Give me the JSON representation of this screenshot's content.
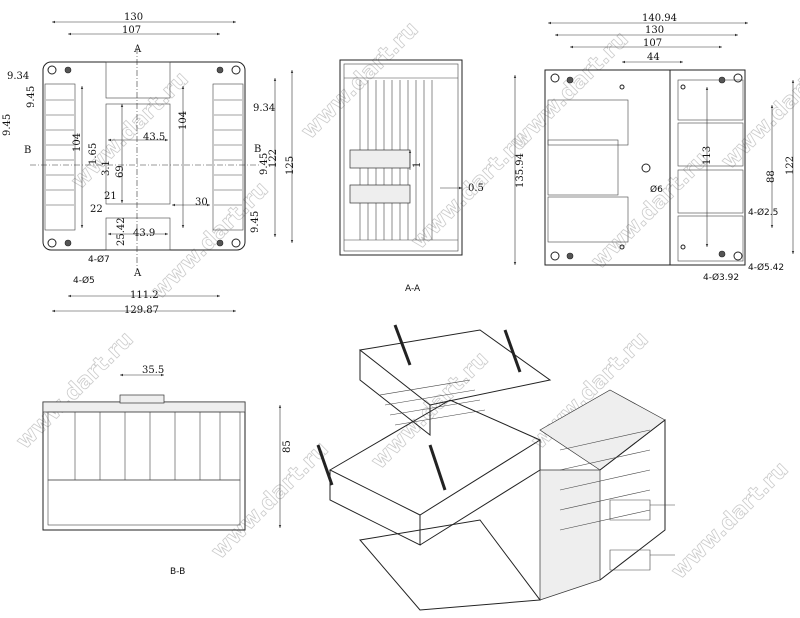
{
  "watermark": "www.dart.ru",
  "top_view": {
    "dims": [
      "130",
      "107",
      "9.34",
      "9.45",
      "9.45",
      "104",
      "1.65",
      "3.1",
      "69",
      "21",
      "22",
      "43.5",
      "104",
      "9.34",
      "9.45",
      "122",
      "125",
      "30",
      "9.45",
      "25.42",
      "43.9",
      "4-Ø7",
      "4-Ø5",
      "111.2",
      "129.87"
    ],
    "section_marks": [
      "A",
      "A",
      "B",
      "B"
    ]
  },
  "section_aa": {
    "dims": [
      "1",
      "0.5"
    ],
    "caption": "A-A"
  },
  "bottom_view": {
    "dims": [
      "140.94",
      "130",
      "107",
      "44",
      "135.94",
      "113",
      "88",
      "122",
      "Ø6",
      "4-Ø2.5",
      "4-Ø5.42",
      "4-Ø3.92"
    ]
  },
  "section_bb": {
    "dims": [
      "35.5",
      "85"
    ],
    "caption": "B-B"
  }
}
